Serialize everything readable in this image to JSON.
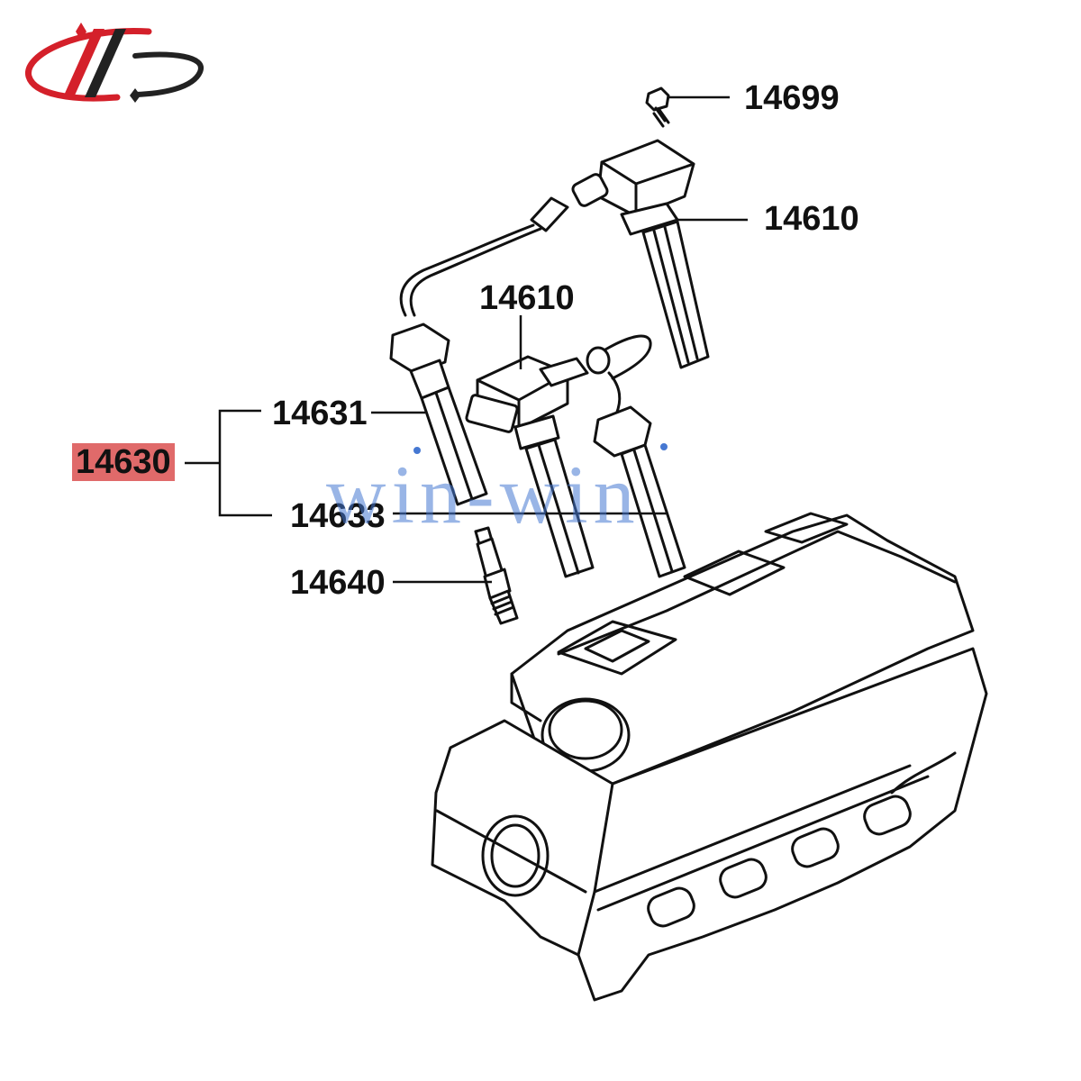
{
  "diagram": {
    "callouts": {
      "bolt": "14699",
      "coil_rear": "14610",
      "coil_center": "14610",
      "plug_cable_group": "14630",
      "plug_cable_a": "14631",
      "plug_cable_b": "14633",
      "spark_plug": "14640"
    },
    "highlighted_callout": "14630",
    "watermark": "win-win"
  },
  "colors": {
    "line": "#111111",
    "highlight": "#e06a6a",
    "logo_red": "#d4202a",
    "logo_dark": "#222222",
    "watermark": "#4678d2"
  },
  "icons": {
    "logo": "brand-logo",
    "bolt": "bolt-icon",
    "ignition_coil": "ignition-coil-icon",
    "spark_plug": "spark-plug-icon",
    "cylinder_head": "cylinder-head-icon"
  }
}
